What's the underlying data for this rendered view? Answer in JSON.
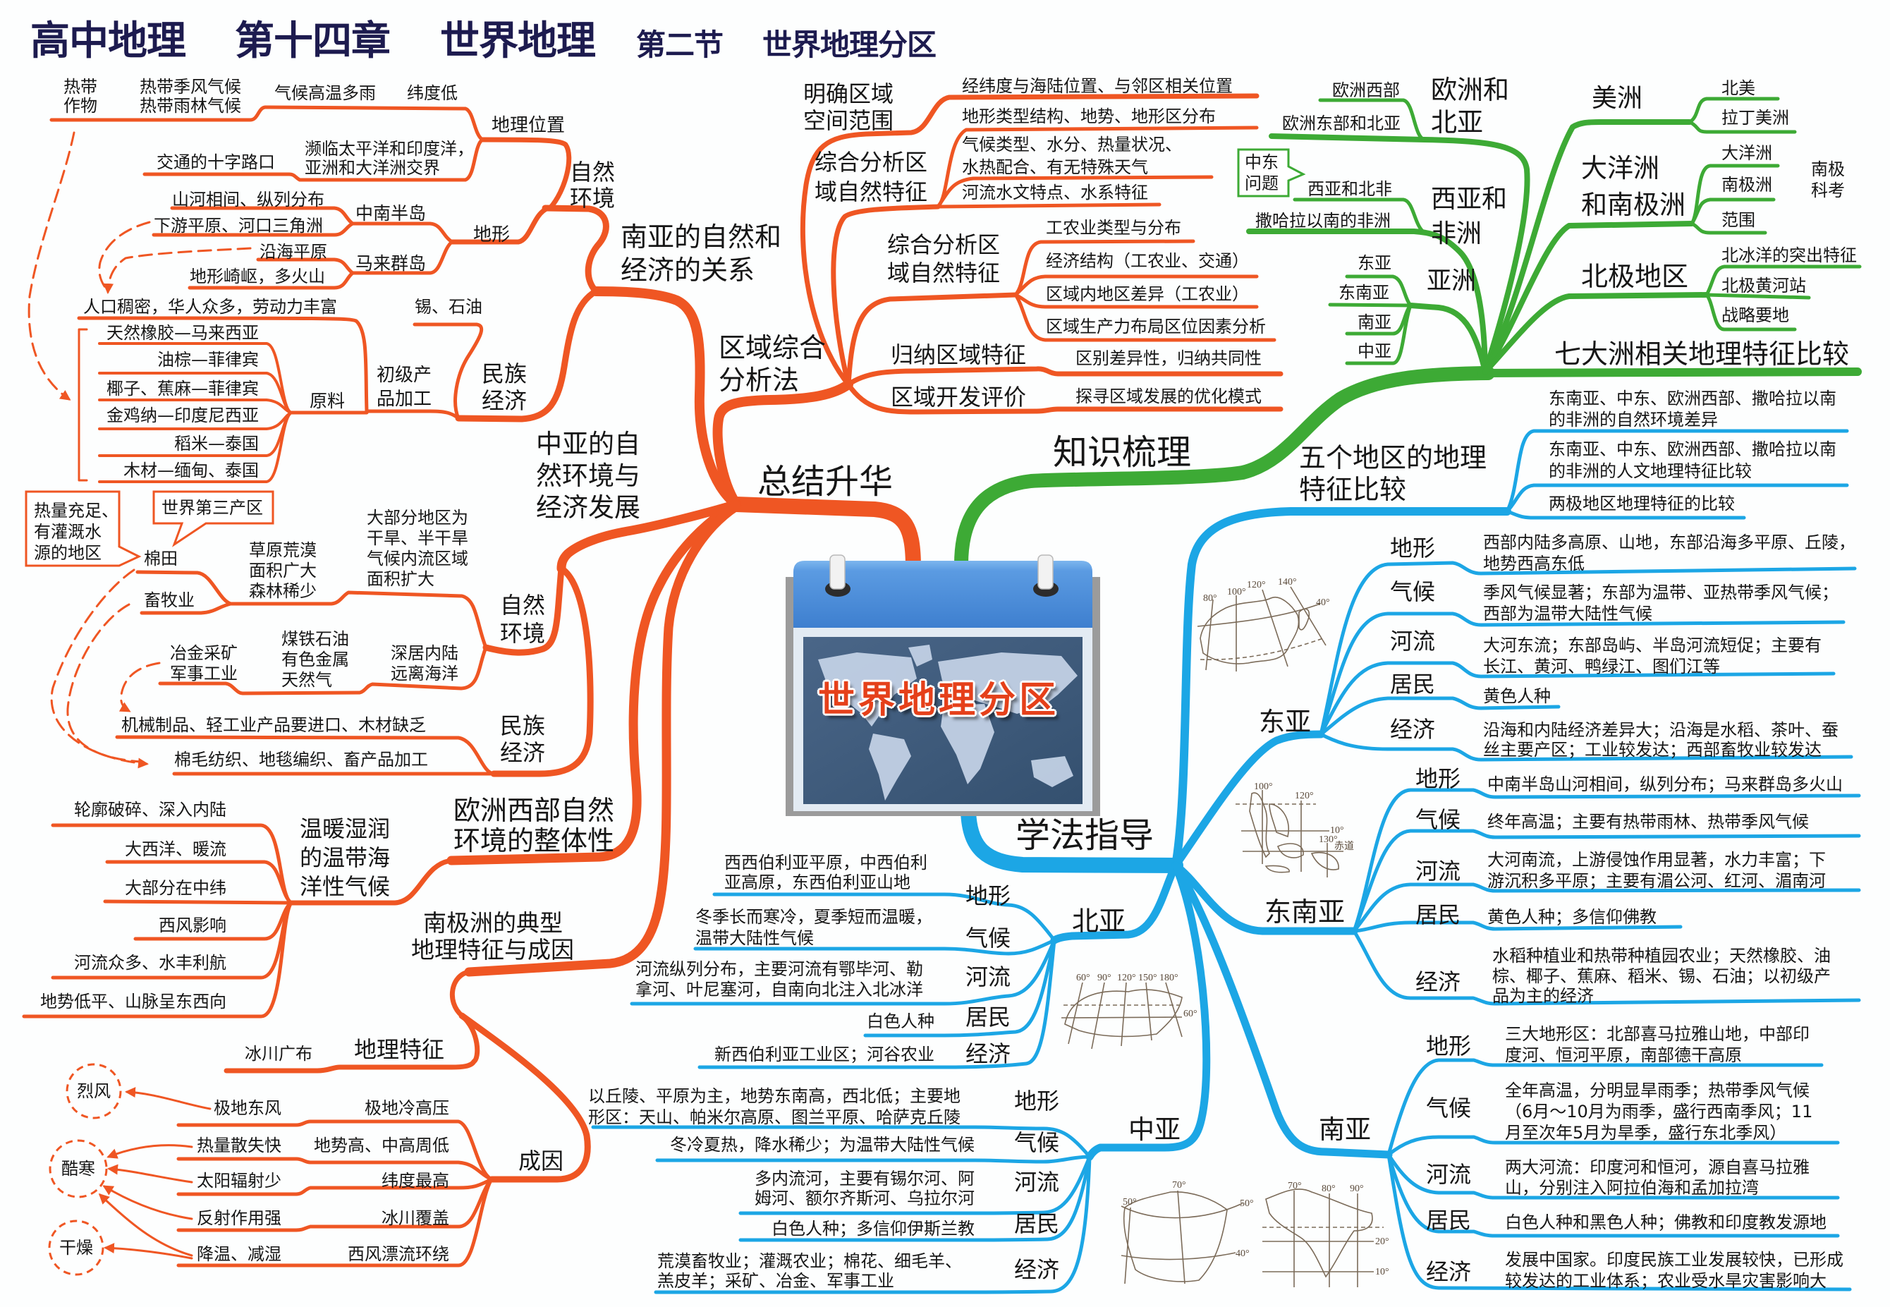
{
  "title": {
    "course": "高中地理",
    "chapter": "第十四章",
    "unit": "世界地理",
    "section_no": "第二节",
    "section_title": "世界地理分区"
  },
  "center": {
    "label": "世界地理分区"
  },
  "colors": {
    "summary": "#EF5623",
    "knowledge": "#3DAA35",
    "method": "#1CA6E5",
    "title": "#1D1B4F",
    "center_text": "#E5401A"
  },
  "summary": {
    "label": "总结升华",
    "south_asia": {
      "label": [
        "南亚的自然和",
        "经济的关系"
      ],
      "nature": {
        "label": [
          "自然",
          "环境"
        ],
        "location": {
          "label": "地理位置",
          "low_latitude": "纬度低",
          "hot_rainy": "气候高温多雨",
          "climate_types": [
            "热带季风气候",
            "热带雨林气候"
          ],
          "tropical_crops": [
            "热带",
            "作物"
          ],
          "oceans": [
            "濒临太平洋和印度洋，",
            "亚洲和大洋洲交界"
          ],
          "crossroads": "交通的十字路口"
        },
        "terrain": {
          "label": "地形",
          "indochina": {
            "label": "中南半岛",
            "items": [
              "山河相间、纵列分布",
              "下游平原、河口三角洲"
            ]
          },
          "malay": {
            "label": "马来群岛",
            "items": [
              "沿海平原",
              "地形崎岖，多火山"
            ]
          }
        }
      },
      "economy": {
        "label": [
          "民族",
          "经济"
        ],
        "population": "人口稠密，华人众多，劳动力丰富",
        "minerals": "锡、石油",
        "processing": [
          "初级产",
          "品加工"
        ],
        "raw": {
          "label": "原料",
          "items": [
            "天然橡胶—马来西亚",
            "油棕—菲律宾",
            "椰子、蕉麻—菲律宾",
            "金鸡纳—印度尼西亚",
            "稻米—泰国",
            "木材—缅甸、泰国"
          ]
        }
      }
    },
    "regional_analysis": {
      "label": [
        "区域综合",
        "分析法"
      ],
      "scope": {
        "label": [
          "明确区域",
          "空间范围"
        ],
        "item": "经纬度与海陆位置、与邻区相关位置"
      },
      "natural": {
        "label": [
          "综合分析区",
          "域自然特征"
        ],
        "terrain": "地形类型结构、地势、地形区分布",
        "climate": [
          "气候类型、水分、热量状况、",
          "水热配合、有无特殊天气"
        ],
        "rivers": "河流水文特点、水系特征"
      },
      "human": {
        "label": [
          "综合分析区",
          "域自然特征"
        ],
        "items": [
          "工农业类型与分布",
          "经济结构（工农业、交通）",
          "区域内地区差异（工农业）",
          "区域生产力布局区位因素分析"
        ]
      },
      "summarize": {
        "label": "归纳区域特征",
        "item": "区别差异性，归纳共同性"
      },
      "evaluate": {
        "label": "区域开发评价",
        "item": "探寻区域发展的优化模式"
      }
    },
    "central_asia": {
      "label": [
        "中亚的自",
        "然环境与",
        "经济发展"
      ],
      "nature": {
        "label": [
          "自然",
          "环境"
        ],
        "inland": [
          "深居内陆",
          "远离海洋"
        ],
        "arid": [
          "大部分地区为",
          "干旱、半干旱",
          "气候内流区域",
          "面积扩大"
        ],
        "grassland": [
          "草原荒漠",
          "面积广大",
          "森林稀少"
        ],
        "cotton": "棉田",
        "livestock": "畜牧业",
        "callout_conditions": [
          "热量充足、",
          "有灌溉水",
          "源的地区"
        ],
        "callout_rank": "世界第三产区",
        "resources": [
          "煤铁石油",
          "有色金属",
          "天然气"
        ],
        "industry": [
          "冶金采矿",
          "军事工业"
        ]
      },
      "economy": {
        "label": [
          "民族",
          "经济"
        ],
        "imports": "机械制品、轻工业产品要进口、木材缺乏",
        "textiles": "棉毛纺织、地毯编织、畜产品加工"
      }
    },
    "west_europe": {
      "label": [
        "欧洲西部自然",
        "环境的整体性"
      ],
      "climate": {
        "label": [
          "温暖湿润",
          "的温带海",
          "洋性气候"
        ],
        "factors": [
          "轮廓破碎、深入内陆",
          "大西洋、暖流",
          "大部分在中纬",
          "西风影响",
          "河流众多、水丰利航",
          "地势低平、山脉呈东西向"
        ]
      }
    },
    "antarctica": {
      "label": [
        "南极洲的典型",
        "地理特征与成因"
      ],
      "features": {
        "label": "地理特征",
        "item": "冰川广布"
      },
      "causes": {
        "label": "成因",
        "rows": [
          {
            "cause": "极地冷高压",
            "effect": "极地东风"
          },
          {
            "cause": "地势高、中高周低",
            "effect": "热量散失快"
          },
          {
            "cause": "纬度最高",
            "effect": "太阳辐射少"
          },
          {
            "cause": "冰川覆盖",
            "effect": "反射作用强"
          },
          {
            "cause": "西风漂流环绕",
            "effect": "降温、减湿"
          }
        ],
        "results": [
          "烈风",
          "酷寒",
          "干燥"
        ]
      }
    }
  },
  "knowledge": {
    "label": "知识梳理",
    "comparison": "七大洲相关地理特征比较",
    "europe_north_asia": {
      "label": [
        "欧洲和",
        "北亚"
      ],
      "items": [
        "欧洲西部",
        "欧洲东部和北亚"
      ]
    },
    "west_asia_africa": {
      "label": [
        "西亚和",
        "非洲"
      ],
      "items": [
        "西亚和北非",
        "撒哈拉以南的非洲"
      ],
      "callout": [
        "中东",
        "问题"
      ]
    },
    "asia": {
      "label": "亚洲",
      "items": [
        "东亚",
        "东南亚",
        "南亚",
        "中亚"
      ]
    },
    "americas": {
      "label": "美洲",
      "items": [
        "北美",
        "拉丁美洲"
      ]
    },
    "oceania_antarctica": {
      "label": [
        "大洋洲",
        "和南极洲"
      ],
      "items": [
        "大洋洲",
        "南极洲",
        "范围"
      ],
      "note": [
        "南极",
        "科考"
      ]
    },
    "arctic": {
      "label": "北极地区",
      "items": [
        "北冰洋的突出特征",
        "北极黄河站",
        "战略要地"
      ]
    }
  },
  "method": {
    "label": "学法指导",
    "five_regions": {
      "label": [
        "五个地区的地理",
        "特征比较"
      ],
      "natural": [
        "东南亚、中东、欧洲西部、撒哈拉以南",
        "的非洲的自然环境差异"
      ],
      "human": [
        "东南亚、中东、欧洲西部、撒哈拉以南",
        "的非洲的人文地理特征比较"
      ],
      "polar": "两极地区地理特征的比较"
    },
    "east_asia": {
      "label": "东亚",
      "rows": [
        {
          "key": "地形",
          "lines": [
            "西部内陆多高原、山地，东部沿海多平原、丘陵，",
            "地势西高东低"
          ]
        },
        {
          "key": "气候",
          "lines": [
            "季风气候显著；东部为温带、亚热带季风气候；",
            "西部为温带大陆性气候"
          ]
        },
        {
          "key": "河流",
          "lines": [
            "大河东流；东部岛屿、半岛河流短促；主要有",
            "长江、黄河、鸭绿江、图们江等"
          ]
        },
        {
          "key": "居民",
          "lines": [
            "黄色人种"
          ]
        },
        {
          "key": "经济",
          "lines": [
            "沿海和内陆经济差异大；沿海是水稻、茶叶、蚕",
            "丝主要产区；工业较发达；西部畜牧业较发达"
          ]
        }
      ],
      "map": {
        "lon": [
          "80°",
          "100°",
          "120°",
          "140°"
        ],
        "lat": [
          "40°"
        ]
      }
    },
    "southeast_asia": {
      "label": "东南亚",
      "rows": [
        {
          "key": "地形",
          "lines": [
            "中南半岛山河相间，纵列分布；马来群岛多火山"
          ]
        },
        {
          "key": "气候",
          "lines": [
            "终年高温；主要有热带雨林、热带季风气候"
          ]
        },
        {
          "key": "河流",
          "lines": [
            "大河南流，上游侵蚀作用显著，水力丰富；下",
            "游沉积多平原；主要有湄公河、红河、湄南河"
          ]
        },
        {
          "key": "居民",
          "lines": [
            "黄色人种；多信仰佛教"
          ]
        },
        {
          "key": "经济",
          "lines": [
            "水稻种植业和热带种植园农业；天然橡胶、油",
            "棕、椰子、蕉麻、稻米、锡、石油；以初级产",
            "品为主的经济"
          ]
        }
      ],
      "map": {
        "lon": [
          "100°",
          "120°",
          "130°"
        ],
        "lat": [
          "10°"
        ],
        "equator": "赤道"
      }
    },
    "north_asia": {
      "label": "北亚",
      "rows": [
        {
          "key": "地形",
          "lines": [
            "西西伯利亚平原，中西伯利",
            "亚高原，东西伯利亚山地"
          ]
        },
        {
          "key": "气候",
          "lines": [
            "冬季长而寒冷，夏季短而温暖，",
            "温带大陆性气候"
          ]
        },
        {
          "key": "河流",
          "lines": [
            "河流纵列分布，主要河流有鄂毕河、勒",
            "拿河、叶尼塞河，自南向北注入北冰洋"
          ]
        },
        {
          "key": "居民",
          "lines": [
            "白色人种"
          ]
        },
        {
          "key": "经济",
          "lines": [
            "新西伯利亚工业区；河谷农业"
          ]
        }
      ],
      "map": {
        "lon": [
          "60°",
          "90°",
          "120°",
          "150°",
          "180°"
        ],
        "lat": [
          "60°"
        ]
      }
    },
    "central_asia": {
      "label": "中亚",
      "rows": [
        {
          "key": "地形",
          "lines": [
            "以丘陵、平原为主，地势东南高，西北低；主要地",
            "形区：天山、帕米尔高原、图兰平原、哈萨克丘陵"
          ]
        },
        {
          "key": "气候",
          "lines": [
            "冬冷夏热，降水稀少；为温带大陆性气候"
          ]
        },
        {
          "key": "河流",
          "lines": [
            "多内流河，主要有锡尔河、阿",
            "姆河、额尔齐斯河、乌拉尔河"
          ]
        },
        {
          "key": "居民",
          "lines": [
            "白色人种；多信仰伊斯兰教"
          ]
        },
        {
          "key": "经济",
          "lines": [
            "荒漠畜牧业；灌溉农业；棉花、细毛羊、",
            "羔皮羊；采矿、冶金、军事工业"
          ]
        }
      ],
      "map": {
        "lon": [
          "50°",
          "70°"
        ],
        "lat": [
          "50°",
          "40°"
        ]
      }
    },
    "south_asia": {
      "label": "南亚",
      "rows": [
        {
          "key": "地形",
          "lines": [
            "三大地形区：北部喜马拉雅山地，中部印",
            "度河、恒河平原，南部德干高原"
          ]
        },
        {
          "key": "气候",
          "lines": [
            "全年高温，分明显旱雨季；热带季风气候",
            "（6月～10月为雨季，盛行西南季风；11",
            "月至次年5月为旱季，盛行东北季风）"
          ]
        },
        {
          "key": "河流",
          "lines": [
            "两大河流：印度河和恒河，源自喜马拉雅",
            "山，分别注入阿拉伯海和孟加拉湾"
          ]
        },
        {
          "key": "居民",
          "lines": [
            "白色人种和黑色人种；佛教和印度教发源地"
          ]
        },
        {
          "key": "经济",
          "lines": [
            "发展中国家。印度民族工业发展较快，已形成",
            "较发达的工业体系；农业受水旱灾害影响大"
          ]
        }
      ],
      "map": {
        "lon": [
          "70°",
          "80°",
          "90°"
        ],
        "lat": [
          "20°",
          "10°"
        ]
      }
    }
  }
}
